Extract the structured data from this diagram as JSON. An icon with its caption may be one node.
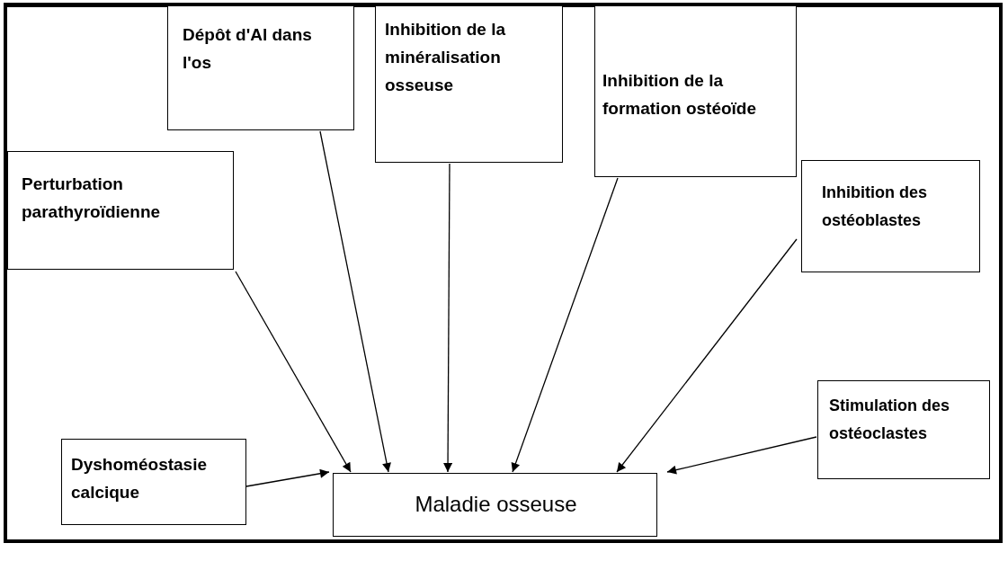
{
  "diagram": {
    "nodes": [
      {
        "text": [
          "Dyshoméostasie calcique"
        ]
      },
      {
        "text": [
          "Perturbation parathyroïdienne"
        ]
      },
      {
        "text": [
          "Dépôt d'Al dans l'os"
        ]
      },
      {
        "text": [
          "Inhibition de la minéralisation osseuse"
        ]
      },
      {
        "text": [
          "Inhibition de la formation ostéoïde"
        ]
      },
      {
        "text": [
          "Inhibition des ostéoblastes"
        ]
      },
      {
        "text": [
          "Stimulation des ostéoclastes"
        ]
      },
      {
        "text": [
          "Maladie osseuse"
        ]
      }
    ],
    "edges": [
      {
        "from": 0,
        "to": 7,
        "arrow": "to"
      },
      {
        "from": 1,
        "to": 7,
        "arrow": "to"
      },
      {
        "from": 2,
        "to": 7,
        "arrow": "to"
      },
      {
        "from": 3,
        "to": 7,
        "arrow": "to"
      },
      {
        "from": 4,
        "to": 7,
        "arrow": "to"
      },
      {
        "from": 5,
        "to": 7,
        "arrow": "to"
      },
      {
        "from": 6,
        "to": 7,
        "arrow": "to"
      }
    ]
  }
}
